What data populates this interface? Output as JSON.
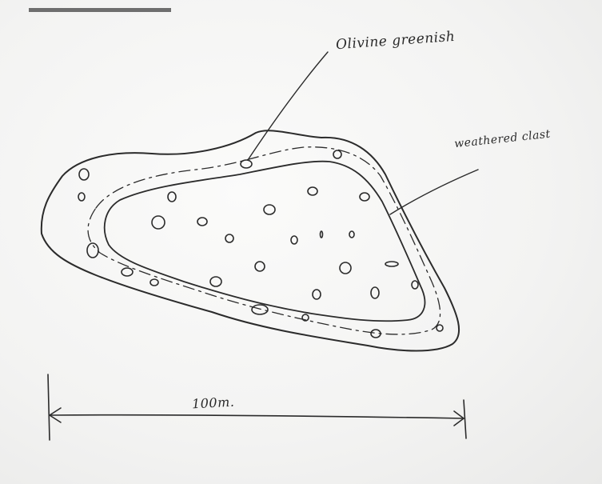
{
  "labels": {
    "olivine": "Olivine greenish",
    "weathered": "weathered clast",
    "scale": "100m."
  },
  "colors": {
    "ink": "#2b2b2b",
    "paper": "#f4f4f3",
    "bar": "#6e6e6e"
  },
  "icons": {
    "scale_bar": "scale-bar-arrow"
  }
}
